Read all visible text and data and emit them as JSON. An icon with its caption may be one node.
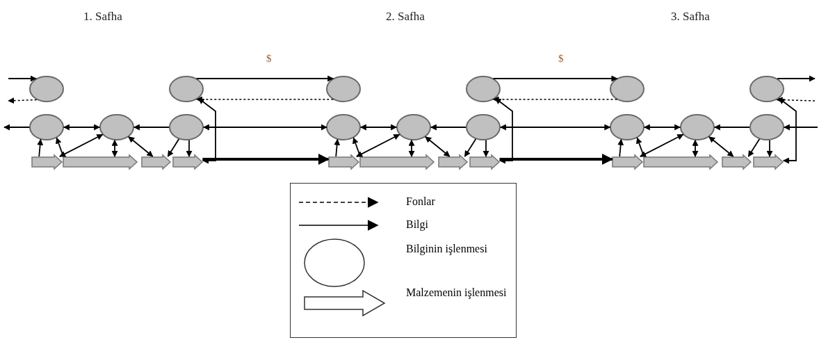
{
  "diagram": {
    "nodes": [
      {
        "text": [],
        "shape": "ellipse"
      },
      {
        "text": [],
        "shape": "ellipse"
      },
      {
        "text": [],
        "shape": "ellipse"
      },
      {
        "text": [],
        "shape": "ellipse"
      },
      {
        "text": [],
        "shape": "ellipse"
      },
      {
        "text": [],
        "shape": "arrow"
      },
      {
        "text": [],
        "shape": "arrow"
      },
      {
        "text": [],
        "shape": "arrow"
      },
      {
        "text": [],
        "shape": "arrow"
      },
      {
        "text": [],
        "shape": "ellipse"
      },
      {
        "text": [],
        "shape": "ellipse"
      },
      {
        "text": [],
        "shape": "ellipse"
      },
      {
        "text": [],
        "shape": "ellipse"
      },
      {
        "text": [],
        "shape": "ellipse"
      },
      {
        "text": [],
        "shape": "arrow"
      },
      {
        "text": [],
        "shape": "arrow"
      },
      {
        "text": [],
        "shape": "arrow"
      },
      {
        "text": [],
        "shape": "arrow"
      },
      {
        "text": [],
        "shape": "ellipse"
      },
      {
        "text": [],
        "shape": "ellipse"
      },
      {
        "text": [],
        "shape": "ellipse"
      },
      {
        "text": [],
        "shape": "ellipse"
      },
      {
        "text": [],
        "shape": "ellipse"
      },
      {
        "text": [],
        "shape": "arrow"
      },
      {
        "text": [],
        "shape": "arrow"
      },
      {
        "text": [],
        "shape": "arrow"
      },
      {
        "text": [],
        "shape": "arrow"
      }
    ],
    "edges": [
      {
        "from": null,
        "to": 0,
        "arrow": "to"
      },
      {
        "from": 0,
        "to": null,
        "arrow": "to",
        "style": "dashed"
      },
      {
        "from": 2,
        "to": null,
        "arrow": "to"
      },
      {
        "from": 2,
        "to": 3,
        "arrow": "both"
      },
      {
        "from": 4,
        "to": 3,
        "arrow": "to"
      },
      {
        "from": 5,
        "to": 2,
        "arrow": "to"
      },
      {
        "from": 6,
        "to": 2,
        "arrow": "to"
      },
      {
        "from": 3,
        "to": 5,
        "arrow": "both"
      },
      {
        "from": 3,
        "to": 6,
        "arrow": "both"
      },
      {
        "from": 3,
        "to": 7,
        "arrow": "both"
      },
      {
        "from": 4,
        "to": 7,
        "arrow": "to"
      },
      {
        "from": 4,
        "to": 8,
        "arrow": "to"
      },
      {
        "from": 8,
        "to": 1,
        "arrow": "both"
      },
      {
        "from": 11,
        "to": 12,
        "arrow": "both"
      },
      {
        "from": 13,
        "to": 12,
        "arrow": "to"
      },
      {
        "from": 14,
        "to": 11,
        "arrow": "to"
      },
      {
        "from": 15,
        "to": 11,
        "arrow": "to"
      },
      {
        "from": 12,
        "to": 14,
        "arrow": "both"
      },
      {
        "from": 12,
        "to": 15,
        "arrow": "both"
      },
      {
        "from": 12,
        "to": 16,
        "arrow": "both"
      },
      {
        "from": 13,
        "to": 16,
        "arrow": "to"
      },
      {
        "from": 13,
        "to": 17,
        "arrow": "to"
      },
      {
        "from": 17,
        "to": 10,
        "arrow": "both"
      },
      {
        "from": 20,
        "to": 21,
        "arrow": "both"
      },
      {
        "from": 22,
        "to": 21,
        "arrow": "to"
      },
      {
        "from": 23,
        "to": 20,
        "arrow": "to"
      },
      {
        "from": 24,
        "to": 20,
        "arrow": "to"
      },
      {
        "from": 21,
        "to": 23,
        "arrow": "both"
      },
      {
        "from": 21,
        "to": 24,
        "arrow": "both"
      },
      {
        "from": 21,
        "to": 25,
        "arrow": "both"
      },
      {
        "from": 22,
        "to": 25,
        "arrow": "to"
      },
      {
        "from": 22,
        "to": 26,
        "arrow": "to"
      },
      {
        "from": 26,
        "to": 19,
        "arrow": "both"
      },
      {
        "from": 1,
        "to": 9,
        "arrow": "to"
      },
      {
        "from": 9,
        "to": 1,
        "arrow": "to",
        "style": "dashed"
      },
      {
        "from": 4,
        "to": 11,
        "arrow": "both"
      },
      {
        "from": 8,
        "to": 14,
        "arrow": "to",
        "style": "thick"
      },
      {
        "from": 10,
        "to": 18,
        "arrow": "to"
      },
      {
        "from": 18,
        "to": 10,
        "arrow": "to",
        "style": "dashed"
      },
      {
        "from": 13,
        "to": 20,
        "arrow": "both"
      },
      {
        "from": 17,
        "to": 23,
        "arrow": "to",
        "style": "thick"
      },
      {
        "from": 19,
        "to": null,
        "arrow": "to"
      },
      {
        "from": null,
        "to": 19,
        "arrow": "to",
        "style": "dashed"
      },
      {
        "from": null,
        "to": 22,
        "arrow": "to"
      }
    ],
    "labels": [
      "1. Safha",
      "2. Safha",
      "3. Safha",
      "$",
      "$"
    ],
    "legend": [
      {
        "text": "Fonlar"
      },
      {
        "text": "Bilgi"
      },
      {
        "text": "Bilginin işlenmesi"
      },
      {
        "text": "Malzemenin işlenmesi"
      }
    ]
  }
}
